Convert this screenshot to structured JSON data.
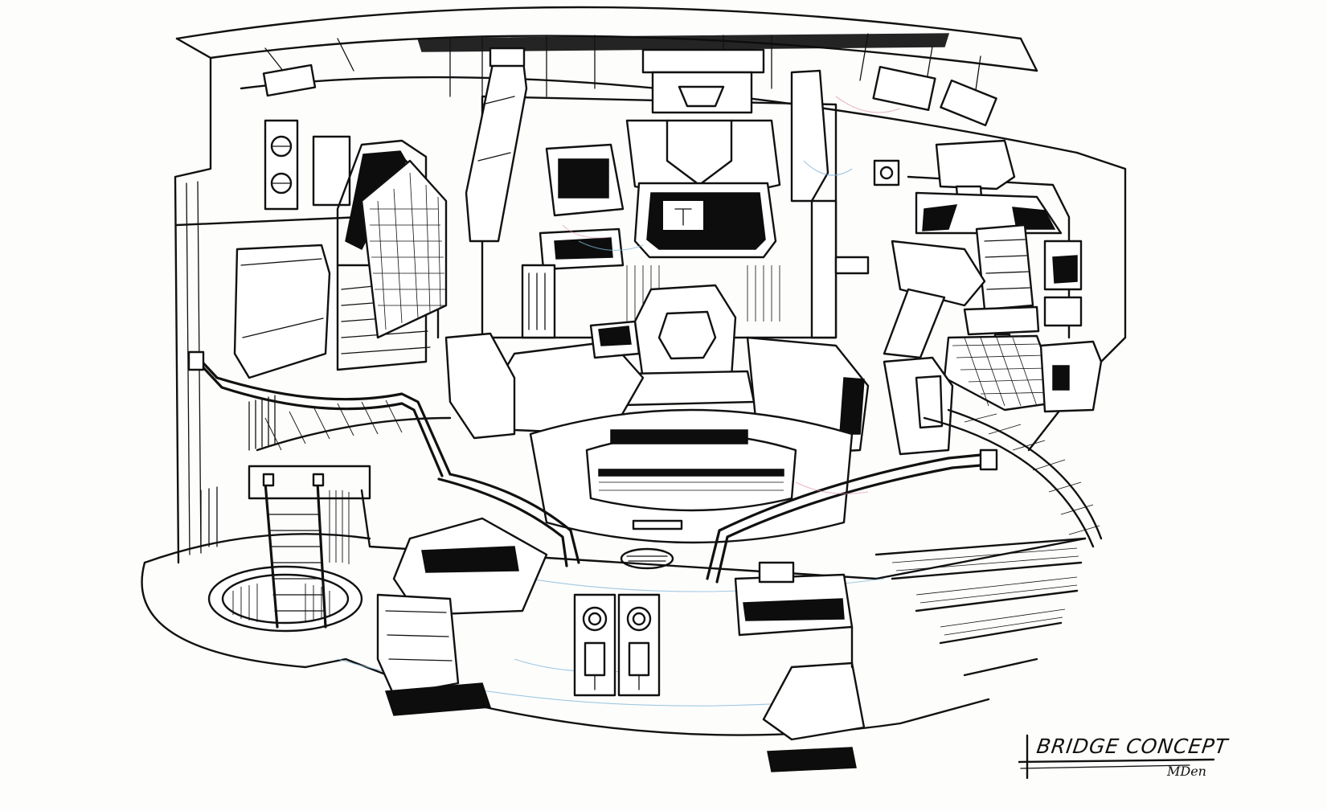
{
  "artwork": {
    "caption": "BRIDGE CONCEPT",
    "signature": "MDen",
    "medium": "ink line drawing"
  },
  "colors": {
    "ink": "#111111",
    "paper": "#fdfdfc",
    "pencil_blue": "#7fb6d8",
    "pencil_pink": "#d88aa8"
  }
}
